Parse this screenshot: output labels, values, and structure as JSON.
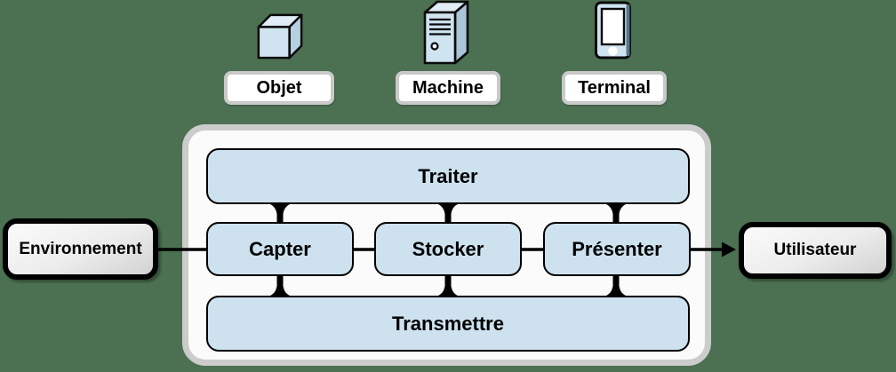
{
  "colors": {
    "background": "#4c7052",
    "box_fill": "#cde2ee",
    "container_fill": "#fbfbfb",
    "container_border": "#cccccc",
    "tag_border": "#c9c9c9",
    "line": "#000000"
  },
  "devices": [
    {
      "label": "Objet",
      "icon": "cube-icon"
    },
    {
      "label": "Machine",
      "icon": "server-icon"
    },
    {
      "label": "Terminal",
      "icon": "mobile-icon"
    }
  ],
  "functions": {
    "traiter": "Traiter",
    "capter": "Capter",
    "stocker": "Stocker",
    "presenter": "Présenter",
    "transmettre": "Transmettre"
  },
  "actors": {
    "environnement": "Environnement",
    "utilisateur": "Utilisateur"
  }
}
